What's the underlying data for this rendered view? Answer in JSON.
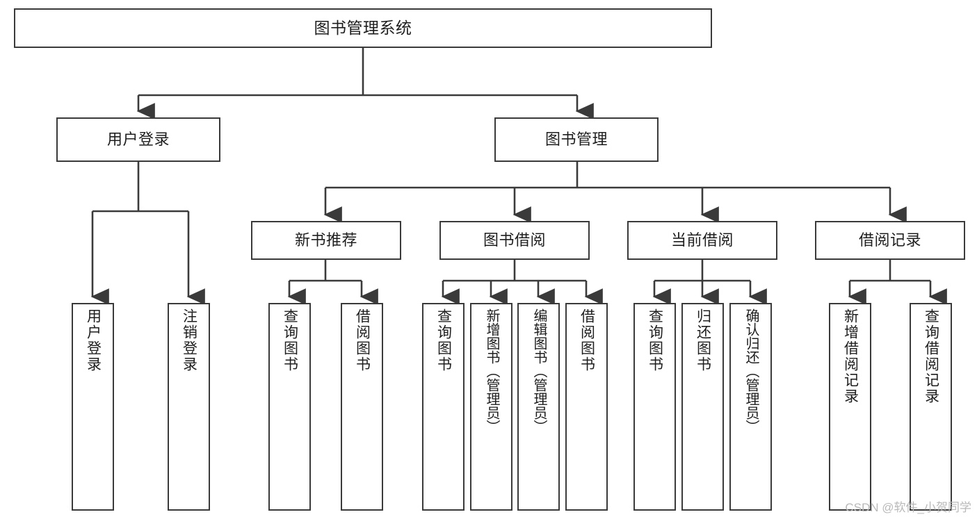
{
  "diagram": {
    "title": "图书管理系统",
    "type": "tree-hierarchy",
    "root": {
      "label": "图书管理系统"
    },
    "level2": [
      {
        "id": "user-login",
        "label": "用户登录"
      },
      {
        "id": "book-manage",
        "label": "图书管理"
      }
    ],
    "level3": [
      {
        "id": "new-book-recommend",
        "label": "新书推荐"
      },
      {
        "id": "book-borrow",
        "label": "图书借阅"
      },
      {
        "id": "current-borrow",
        "label": "当前借阅"
      },
      {
        "id": "borrow-record",
        "label": "借阅记录"
      }
    ],
    "leaves": {
      "user_login": [
        {
          "id": "leaf-user-login",
          "label": "用户登录"
        },
        {
          "id": "leaf-logout",
          "label": "注销登录"
        }
      ],
      "new_book_recommend": [
        {
          "id": "leaf-query-book-1",
          "label": "查询图书"
        },
        {
          "id": "leaf-borrow-book-1",
          "label": "借阅图书"
        }
      ],
      "book_borrow": [
        {
          "id": "leaf-query-book-2",
          "label": "查询图书"
        },
        {
          "id": "leaf-add-book",
          "label": "新增图书（管理员）"
        },
        {
          "id": "leaf-edit-book",
          "label": "编辑图书（管理员）"
        },
        {
          "id": "leaf-borrow-book-2",
          "label": "借阅图书"
        }
      ],
      "current_borrow": [
        {
          "id": "leaf-query-book-3",
          "label": "查询图书"
        },
        {
          "id": "leaf-return-book",
          "label": "归还图书"
        },
        {
          "id": "leaf-confirm-return",
          "label": "确认归还（管理员）"
        }
      ],
      "borrow_record": [
        {
          "id": "leaf-add-record",
          "label": "新增借阅记录"
        },
        {
          "id": "leaf-query-record",
          "label": "查询借阅记录"
        }
      ]
    }
  },
  "watermark": {
    "text": "CSDN @软件_小贺同学"
  },
  "colors": {
    "box_border": "#3a3a3a",
    "box_fill": "#ffffff",
    "line": "#3a3a3a",
    "text": "#1e1e1e",
    "watermark": "#b9b9b9",
    "background": "#ffffff"
  }
}
